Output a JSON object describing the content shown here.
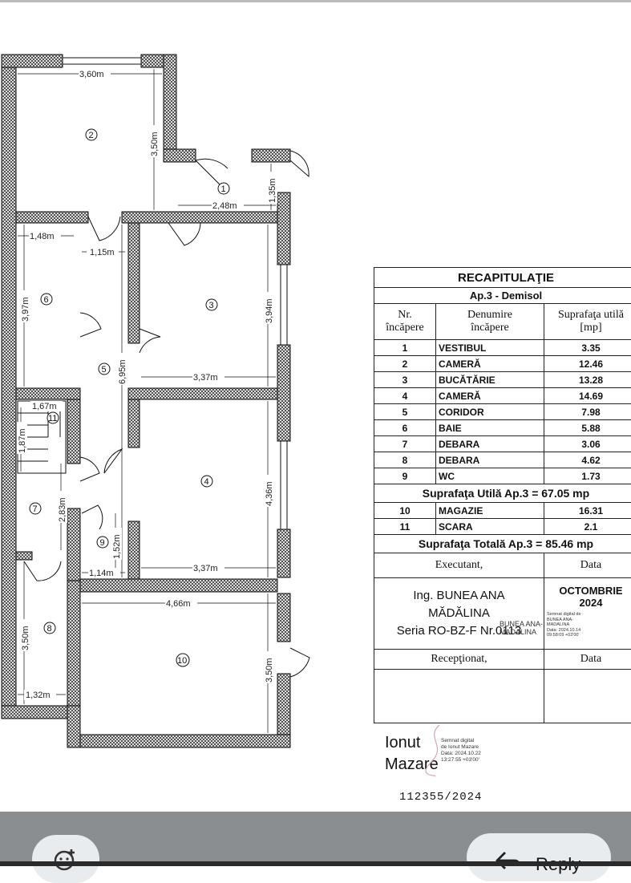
{
  "plan": {
    "dimensions": {
      "d1": "3,60m",
      "d2": "3,50m",
      "d3": "1,35m",
      "d4": "2,48m",
      "d5": "1,48m",
      "d6": "1,15m",
      "d7": "3,97m",
      "d8": "3,94m",
      "d9": "6,95m",
      "d10": "3,37m",
      "d11": "1,67m",
      "d12": "1,87m",
      "d13": "2,83m",
      "d14": "4,36m",
      "d15": "1,52m",
      "d16": "1,14m",
      "d17": "3,37m",
      "d18": "4,66m",
      "d19": "3,50m",
      "d20": "3,50m",
      "d21": "1,32m"
    },
    "rooms": [
      "1",
      "2",
      "3",
      "4",
      "5",
      "6",
      "7",
      "8",
      "9",
      "10",
      "11"
    ]
  },
  "recap": {
    "title": "RECAPITULAŢIE",
    "subtitle": "Ap.3 - Demisol",
    "headers": {
      "nr": "Nr.\nîncăpere",
      "name": "Denumire\nîncăpere",
      "area": "Suprafaţa utilă\n[mp]"
    },
    "rows": [
      {
        "nr": "1",
        "name": "VESTIBUL",
        "area": "3.35"
      },
      {
        "nr": "2",
        "name": "CAMERĂ",
        "area": "12.46"
      },
      {
        "nr": "3",
        "name": "BUCĂTĂRIE",
        "area": "13.28"
      },
      {
        "nr": "4",
        "name": "CAMERĂ",
        "area": "14.69"
      },
      {
        "nr": "5",
        "name": "CORIDOR",
        "area": "7.98"
      },
      {
        "nr": "6",
        "name": "BAIE",
        "area": "5.88"
      },
      {
        "nr": "7",
        "name": "DEBARA",
        "area": "3.06"
      },
      {
        "nr": "8",
        "name": "DEBARA",
        "area": "4.62"
      },
      {
        "nr": "9",
        "name": "WC",
        "area": "1.73"
      }
    ],
    "useful_total": "Suprafaţa Utilă Ap.3 = 67.05 mp",
    "rows2": [
      {
        "nr": "10",
        "name": "MAGAZIE",
        "area": "16.31"
      },
      {
        "nr": "11",
        "name": "SCARA",
        "area": "2.1"
      }
    ],
    "grand_total": "Suprafaţa Totală Ap.3 = 85.46 mp",
    "executant_label": "Executant,",
    "data_label": "Data",
    "engineer": "Ing. BUNEA ANA\nMĂDĂLINA",
    "series": "Seria RO-BZ-F Nr.0113",
    "date": "OCTOMBRIE\n2024",
    "sig1_name": "BUNEA ANA-\nMADALINA",
    "sig1_small": "Semnat digital de\nBUNEA ANA-\nMADALINA\nData: 2024.10.14\n09:58:09 +03'00'",
    "received_label": "Recepţionat,",
    "data_label2": "Data"
  },
  "signature2": {
    "first": "Ionut",
    "last": "Mazare",
    "small": "Semnat digital\nde Ionut Mazare\nData: 2024.10.22\n13:27:55 +03'00'"
  },
  "document_number": "112355/2024",
  "toolbar": {
    "reply_label": "Reply"
  }
}
